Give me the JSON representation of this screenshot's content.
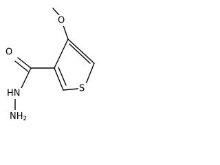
{
  "molecule": {
    "atoms": {
      "methoxy_oxygen": "O",
      "carbonyl_oxygen": "O",
      "ring_sulfur": "S",
      "hydrazide_nh": "HN",
      "terminal_nh2": "NH",
      "terminal_nh2_subscript": "2"
    }
  }
}
